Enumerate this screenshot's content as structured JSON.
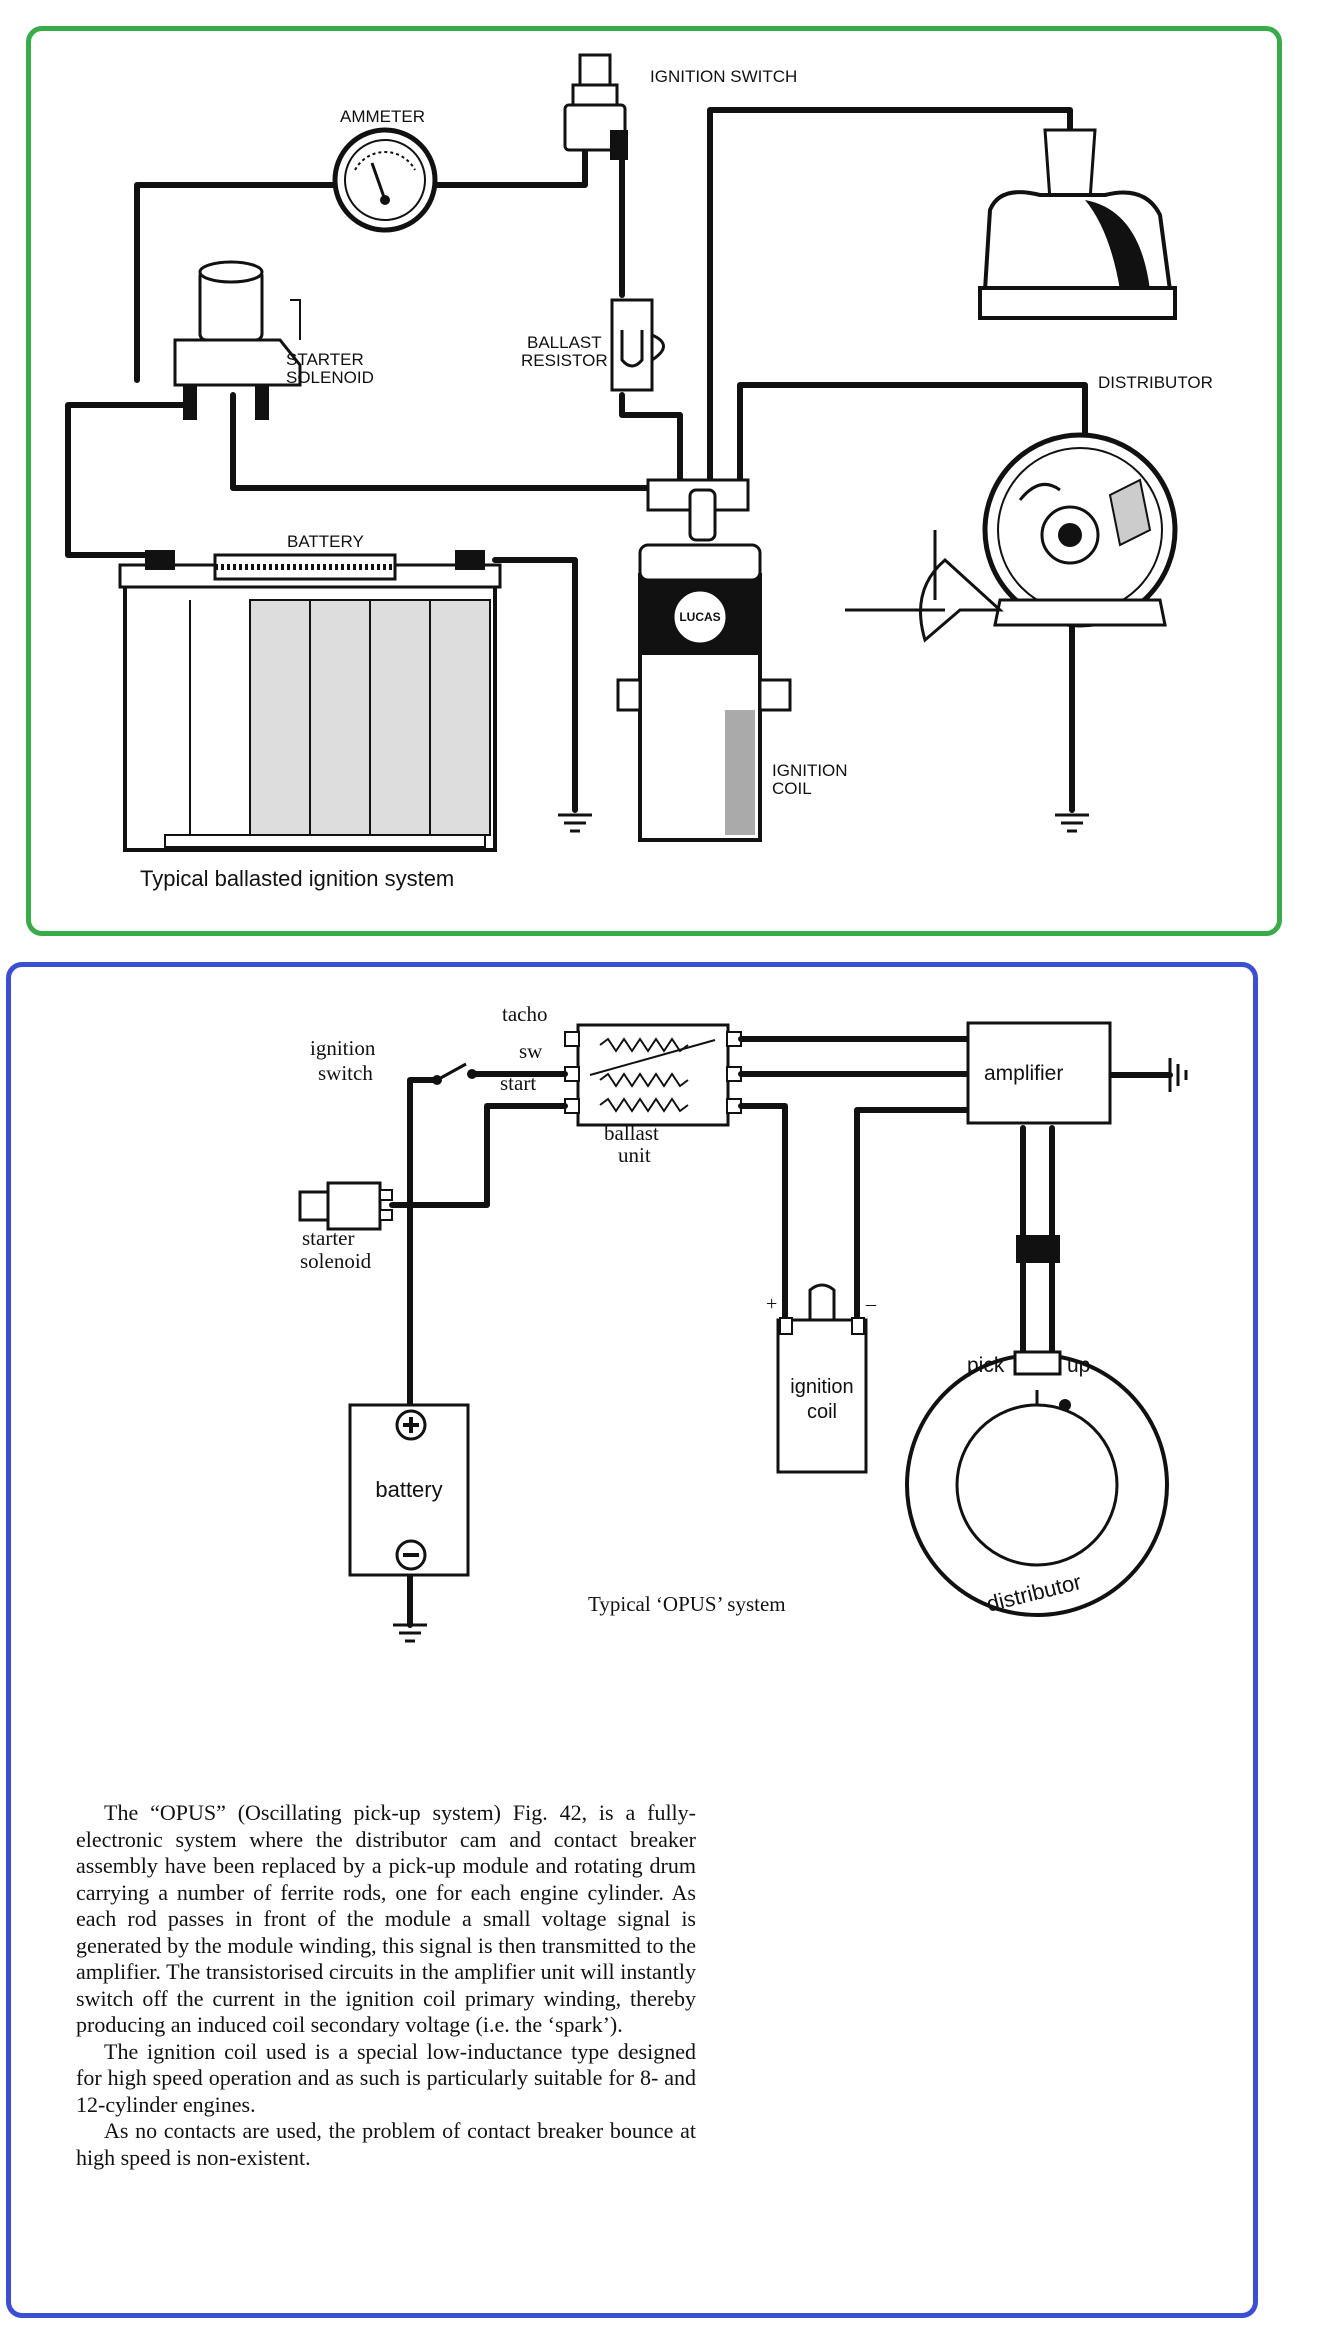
{
  "top_diagram": {
    "labels": {
      "ignition_switch": "IGNITION  SWITCH",
      "ammeter": "AMMETER",
      "starter": "STARTER",
      "solenoid": "SOLENOID",
      "ballast": "BALLAST",
      "resistor": "RESISTOR",
      "distributor": "DISTRIBUTOR",
      "battery": "BATTERY",
      "lucas": "LUCAS",
      "ignition": "IGNITION",
      "coil": "COIL"
    },
    "caption": "Typical ballasted ignition system"
  },
  "bottom_diagram": {
    "labels": {
      "tacho": "tacho",
      "sw": "sw",
      "start": "start",
      "ignition": "ignition",
      "switch": "switch",
      "ballast": "ballast",
      "unit": "unit",
      "amplifier": "amplifier",
      "starter": "starter",
      "solenoid": "solenoid",
      "plus": "+",
      "minus": "–",
      "coil_ignition": "ignition",
      "coil_coil": "coil",
      "pick": "pick",
      "up": "up",
      "battery": "battery",
      "distributor": "distributor"
    },
    "caption": "Typical ‘OPUS’ system"
  },
  "text": {
    "paragraph1": "The “OPUS” (Oscillating pick-up system) Fig. 42, is a fully-electronic system where the distributor cam and contact breaker assembly have been replaced by a pick-up module and rotating drum carrying a number of ferrite rods, one for each engine cylinder. As each rod passes in front of the module a small voltage signal is generated by the module winding, this signal is then transmitted to the amplifier. The transistorised circuits in the amplifier unit will instantly switch off the current in the ignition coil primary winding, thereby producing an induced coil secondary voltage (i.e. the ‘spark’).",
    "paragraph2": "The ignition coil used is a special low-inductance type designed for high speed operation and as such is particularly suitable for 8- and 12-cylinder engines.",
    "paragraph3": "As no contacts are used, the problem of contact breaker bounce at high speed is non-existent."
  },
  "colors": {
    "top_border": "#3aab4a",
    "bottom_border": "#3d4fd1"
  }
}
